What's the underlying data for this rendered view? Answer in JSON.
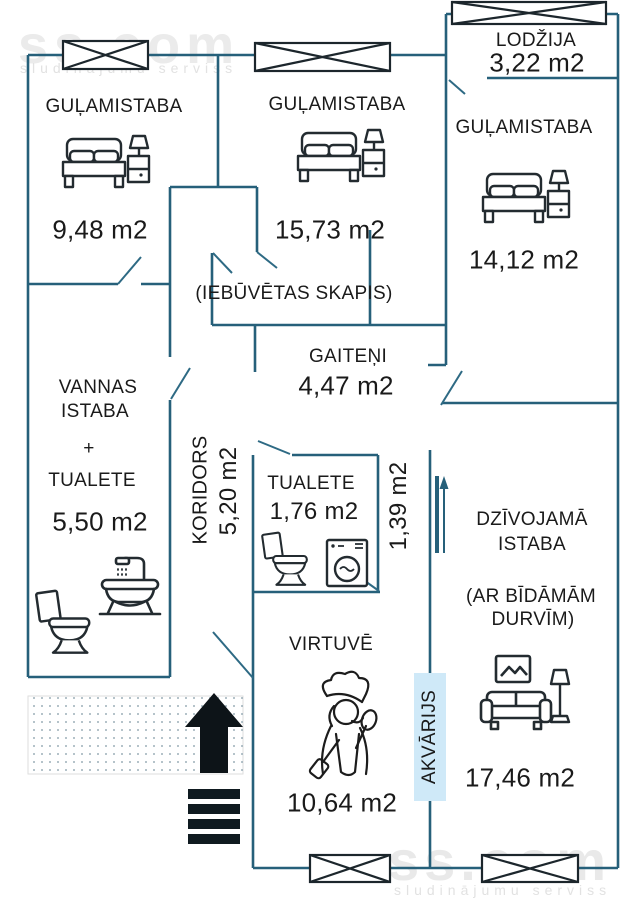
{
  "watermark": {
    "brand": "ss.com",
    "tagline": "sludinājumu serviss"
  },
  "rooms": {
    "bedroom_left": {
      "label": "GUĻAMISTABA",
      "area": "9,48 m2"
    },
    "bedroom_middle": {
      "label": "GUĻAMISTABA",
      "area": "15,73 m2"
    },
    "bedroom_right": {
      "label": "GUĻAMISTABA",
      "area": "14,12 m2"
    },
    "loggia": {
      "label": "LODŽIJA",
      "area": "3,22 m2"
    },
    "closet_note": "(IEBŪVĒTAS SKAPIS)",
    "hallway": {
      "label": "GAITEŅI",
      "area": "4,47 m2"
    },
    "bathroom": {
      "line1": "VANNAS",
      "line2": "ISTABA",
      "line3": "+",
      "line4": "TUALETE",
      "area": "5,50 m2"
    },
    "corridor": {
      "label": "KORIDORS",
      "area": "5,20 m2"
    },
    "wc": {
      "label": "TUALETE",
      "area": "1,76 m2"
    },
    "vestibule": {
      "area": "1,39 m2"
    },
    "living_room": {
      "line1": "DZĪVOJAMĀ",
      "line2": "ISTABA",
      "note1": "(AR BĪDĀMĀM",
      "note2": "DURVĪM)",
      "area": "17,46 m2"
    },
    "aquarium": {
      "label": "AKVĀRIJS"
    },
    "kitchen": {
      "label": "VIRTUVĒ",
      "area": "10,64 m2"
    }
  },
  "icons": {
    "window": "window-icon",
    "bed": "bed-icon",
    "bathtub": "bathtub-shower-icon",
    "toilet": "toilet-icon",
    "washing_machine": "washing-machine-icon",
    "chef": "chef-cook-icon",
    "sofa": "sofa-icon",
    "floor_lamp": "floor-lamp-icon",
    "picture": "picture-frame-icon",
    "entrance_arrow": "entrance-arrow-icon",
    "stairs": "stairs-icon",
    "sliding_door": "sliding-door-arrow-icon",
    "door": "door-swing-icon"
  },
  "colors": {
    "wall": "#26607a",
    "icon_stroke": "#232b30",
    "text": "#1a1a1a",
    "aquarium_fill": "#cfe9f8",
    "watermark": "#ebebeb",
    "arrow": "#0d1418"
  }
}
